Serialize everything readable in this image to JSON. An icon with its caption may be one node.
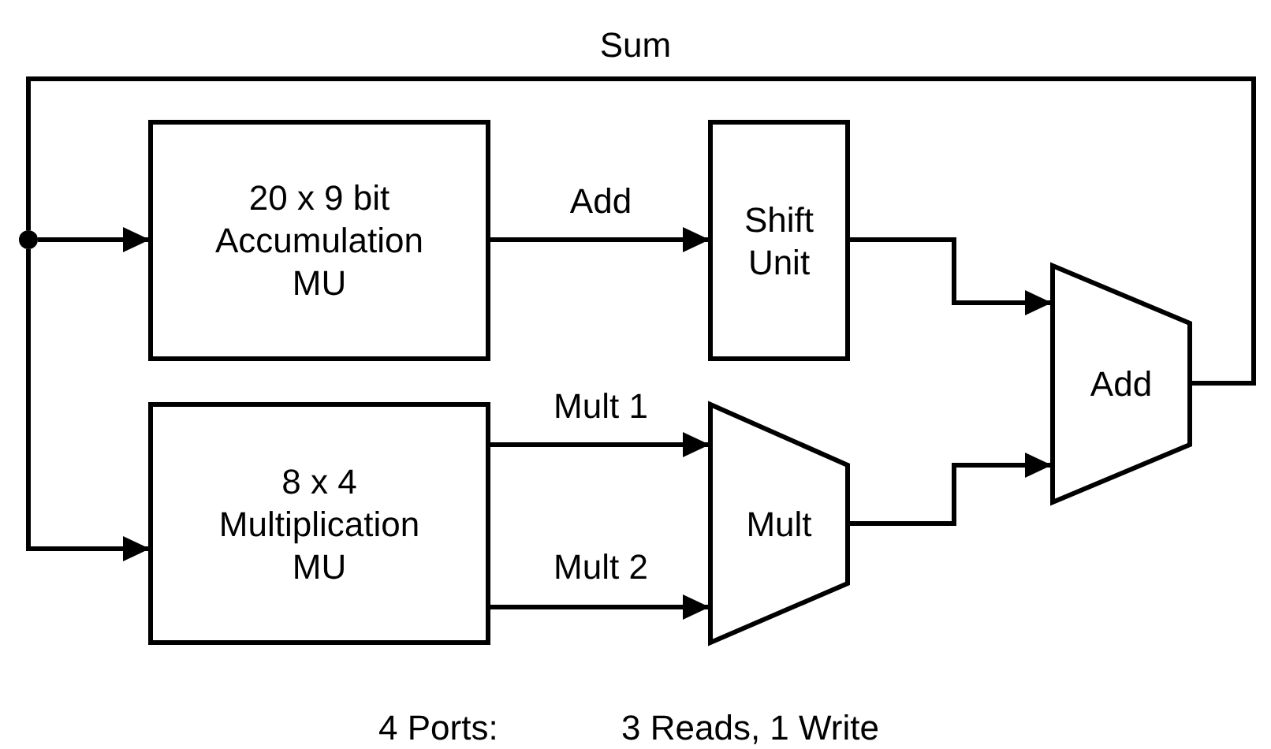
{
  "diagram": {
    "nodes": [
      {
        "text": [
          "20 x 9 bit Accumulation MU"
        ]
      },
      {
        "text": [
          "8 x 4 Multiplication MU"
        ]
      },
      {
        "text": [
          "Shift Unit"
        ]
      },
      {
        "text": [
          "Mult"
        ]
      },
      {
        "text": [
          "Add"
        ]
      },
      {
        "text": [],
        "shape": "circle"
      }
    ],
    "edges": [
      {
        "from": 4,
        "to": 5,
        "arrow": "none",
        "label": "Sum"
      },
      {
        "from": 5,
        "to": 0,
        "arrow": "to"
      },
      {
        "from": 5,
        "to": 1,
        "arrow": "to"
      },
      {
        "from": 0,
        "to": 2,
        "arrow": "to",
        "label": "Add"
      },
      {
        "from": 1,
        "to": 3,
        "arrow": "to",
        "label": "Mult 1"
      },
      {
        "from": 1,
        "to": 3,
        "arrow": "to",
        "label": "Mult 2"
      },
      {
        "from": 2,
        "to": 4,
        "arrow": "to"
      },
      {
        "from": 3,
        "to": 4,
        "arrow": "to"
      }
    ],
    "labels": [
      "4 Ports:",
      "3 Reads, 1 Write"
    ]
  }
}
